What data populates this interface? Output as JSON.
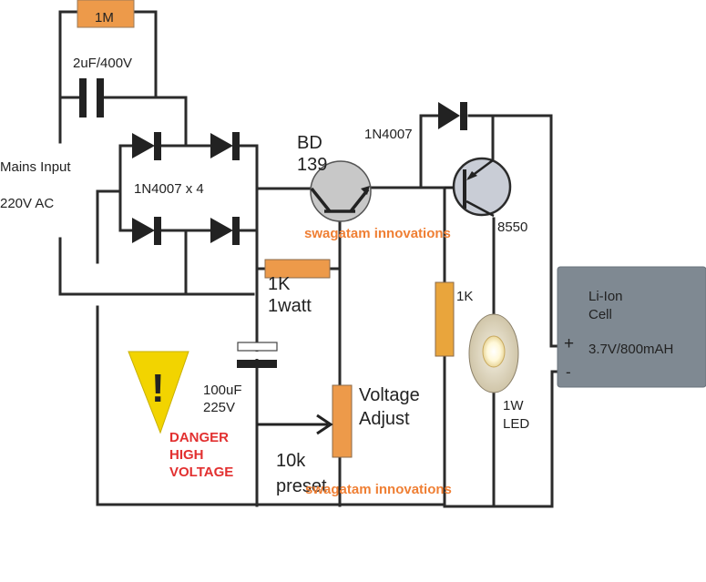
{
  "title": "Li-Ion cell charger circuit from mains",
  "colors": {
    "wire": "#2b2b2b",
    "resistor": "#ed9a4a",
    "resistor_1k_right": "#e9a53c",
    "transistor_bd139": "#c8c8c8",
    "transistor_8550": "#c9cdd6",
    "battery": "#7f8992",
    "warning": "#f2d400",
    "danger_text": "#e23030",
    "watermark": "#ef7f34"
  },
  "labels": {
    "mains_input": "Mains Input",
    "mains_voltage": "220V AC",
    "r_dropper": "1M",
    "c_dropper": "2uF/400V",
    "bridge": "1N4007 x 4",
    "bd_line1": "BD",
    "bd_line2": "139",
    "diode_top": "1N4007",
    "pnp": "8550",
    "r_1k_1w_line1": "1K",
    "r_1k_1w_line2": "1watt",
    "r_1k_right": "1K",
    "cap_line1": "100uF",
    "cap_line2": "225V",
    "preset_line1": "Voltage",
    "preset_line2": "Adjust",
    "preset_value_line1": "10k",
    "preset_value_line2": "preset",
    "led_line1": "1W",
    "led_line2": "LED",
    "battery_line1": "Li-Ion",
    "battery_line2": "Cell",
    "battery_rating": "3.7V/800mAH",
    "battery_plus": "+",
    "battery_minus": "-",
    "warning_symbol": "!",
    "danger_line1": "DANGER",
    "danger_line2": "HIGH",
    "danger_line3": "VOLTAGE",
    "watermark_top": "swagatam innovations",
    "watermark_bottom": "swagatam innovations"
  }
}
